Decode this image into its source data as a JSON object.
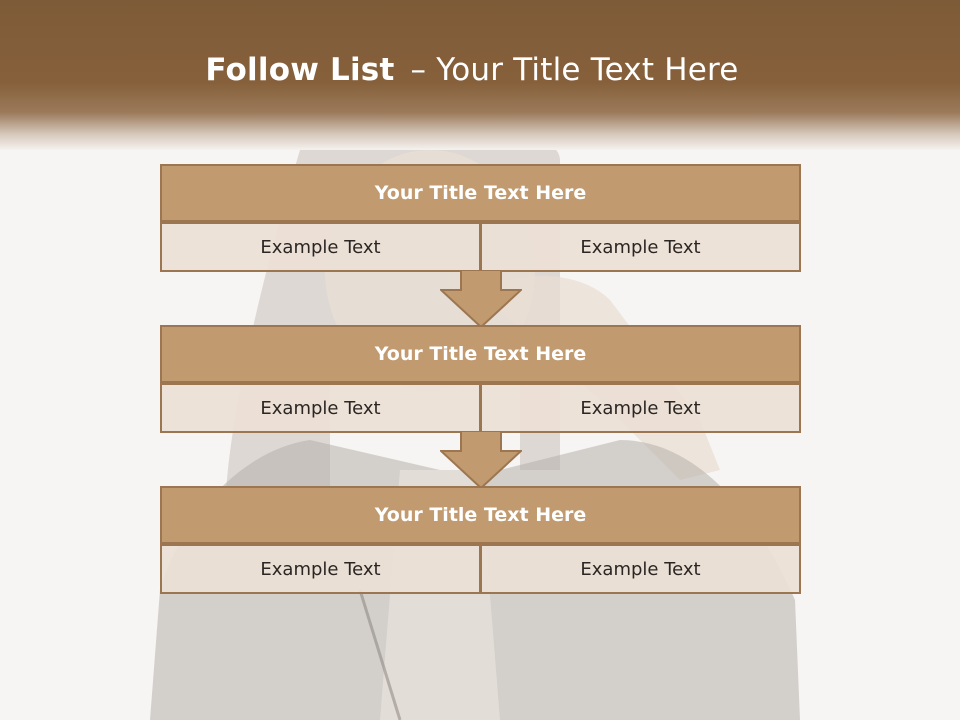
{
  "header": {
    "title_bold": "Follow List",
    "separator": "–",
    "title_rest": "Your Title Text Here"
  },
  "blocks": [
    {
      "title": "Your Title Text Here",
      "cells": [
        "Example Text",
        "Example Text"
      ]
    },
    {
      "title": "Your Title Text Here",
      "cells": [
        "Example Text",
        "Example Text"
      ]
    },
    {
      "title": "Your Title Text Here",
      "cells": [
        "Example Text",
        "Example Text"
      ]
    }
  ],
  "colors": {
    "header_brown": "#86603b",
    "title_fill": "#c19a6f",
    "border": "#9c7650",
    "cell_fill": "#ecdfd6"
  },
  "icons": [
    "down-arrow-icon"
  ]
}
